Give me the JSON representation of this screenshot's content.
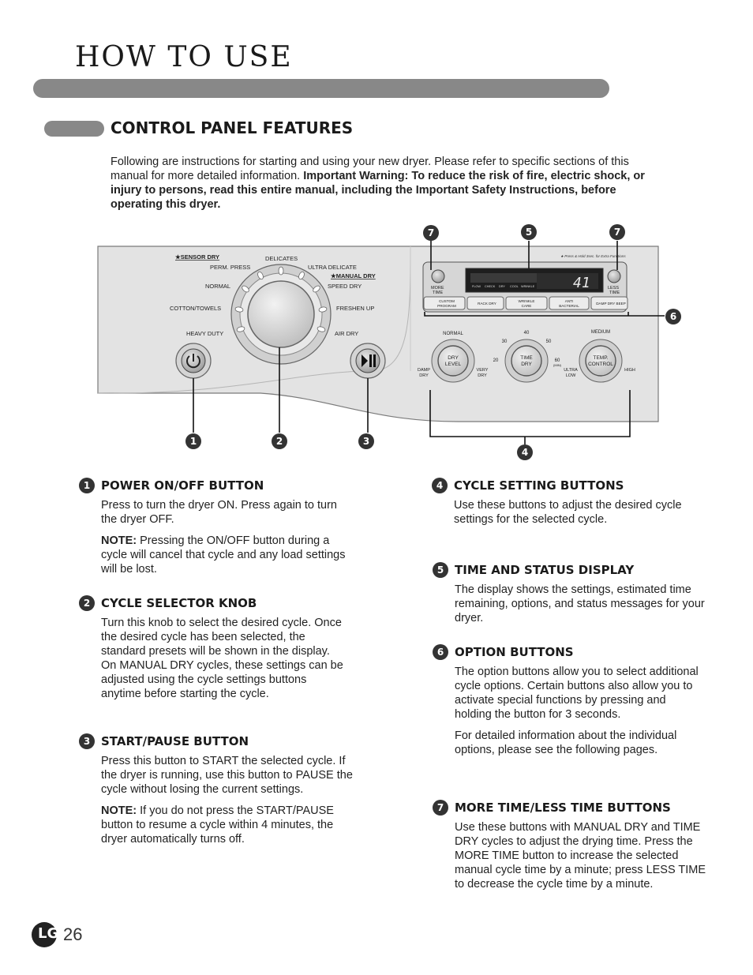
{
  "header": {
    "title": "HOW TO USE"
  },
  "section": {
    "heading": "CONTROL PANEL FEATURES",
    "intro_plain": "Following are instructions for starting and using your new dryer. Please refer to specific sections of this manual for more detailed information. ",
    "intro_bold": "Important Warning: To reduce the risk of fire, electric shock, or injury to persons, read this entire manual, including the Important Safety Instructions, before operating this dryer."
  },
  "panel": {
    "left_labels": {
      "sensor_dry": "★SENSOR DRY",
      "perm_press": "PERM. PRESS",
      "delicates": "DELICATES",
      "ultra_delicate": "ULTRA DELICATE",
      "manual_dry": "★MANUAL DRY",
      "speed_dry": "SPEED DRY",
      "normal": "NORMAL",
      "cotton_towels": "COTTON/TOWELS",
      "freshen_up": "FRESHEN UP",
      "heavy_duty": "HEAVY DUTY",
      "air_dry": "AIR DRY"
    },
    "display": {
      "hold_note": "★ Press & Hold 3sec. for Extra Functions",
      "more_time": "MORE\nTIME",
      "less_time": "LESS\nTIME",
      "readout": "41",
      "status_icons": [
        "FLOW SENSE",
        "CHECK FILTER",
        "DRY LINES",
        "COOL DOWN",
        "WRINKLE CARE"
      ],
      "option_buttons": [
        "CUSTOM PROGRAM",
        "RACK DRY",
        "WRINKLE CARE",
        "ANTI BACTERIAL",
        "DAMP DRY BEEP"
      ]
    },
    "knobs": {
      "dry_level": {
        "label": "DRY LEVEL",
        "normal": "NORMAL",
        "damp": "DAMP DRY",
        "very": "VERY DRY"
      },
      "time_dry": {
        "label": "TIME DRY",
        "t40": "40",
        "t30": "30",
        "t50": "50",
        "t20": "20",
        "t60": "60",
        "min": "(MIN)"
      },
      "temp_control": {
        "label": "TEMP. CONTROL",
        "medium": "MEDIUM",
        "ultra_low": "ULTRA LOW",
        "high": "HIGH"
      }
    },
    "callouts": [
      "1",
      "2",
      "3",
      "4",
      "5",
      "6",
      "7"
    ]
  },
  "items": {
    "power": {
      "num": "1",
      "title": "POWER ON/OFF BUTTON",
      "text": "Press to turn the dryer ON. Press again to turn the dryer OFF.",
      "note_label": "NOTE:",
      "note": " Pressing the ON/OFF button during a cycle will cancel that cycle and any load settings will be lost."
    },
    "knob": {
      "num": "2",
      "title": "CYCLE SELECTOR KNOB",
      "text": "Turn this knob to select the desired cycle. Once the desired cycle has been selected, the standard presets will be shown in the display. On MANUAL DRY cycles, these settings can be adjusted using the cycle settings buttons anytime before starting the cycle."
    },
    "start": {
      "num": "3",
      "title": "START/PAUSE BUTTON",
      "text": "Press this button to START the selected cycle. If the dryer is running, use this button to PAUSE the cycle without losing the current settings.",
      "note_label": "NOTE:",
      "note": " If you do not press the START/PAUSE button to resume a cycle within 4 minutes, the dryer automatically turns off."
    },
    "cycle_setting": {
      "num": "4",
      "title": "CYCLE SETTING BUTTONS",
      "text": "Use these buttons to adjust the desired cycle settings for the selected cycle."
    },
    "display": {
      "num": "5",
      "title": "TIME AND STATUS DISPLAY",
      "text": "The display shows the settings, estimated time remaining, options, and status messages for your dryer."
    },
    "options": {
      "num": "6",
      "title": "OPTION BUTTONS",
      "text": "The option buttons allow you to select additional cycle options. Certain buttons also allow you to activate special functions by pressing and holding the button for 3 seconds.",
      "text2": "For detailed information about the individual options, please see the following pages."
    },
    "more_time": {
      "num": "7",
      "title": "MORE TIME/LESS TIME BUTTONS",
      "text": "Use these buttons with MANUAL DRY and TIME DRY cycles to adjust the drying time. Press the MORE TIME button to increase the selected manual cycle time by a minute; press LESS TIME to decrease the cycle time by a minute."
    }
  },
  "footer": {
    "logo": "LG",
    "page_number": "26"
  }
}
